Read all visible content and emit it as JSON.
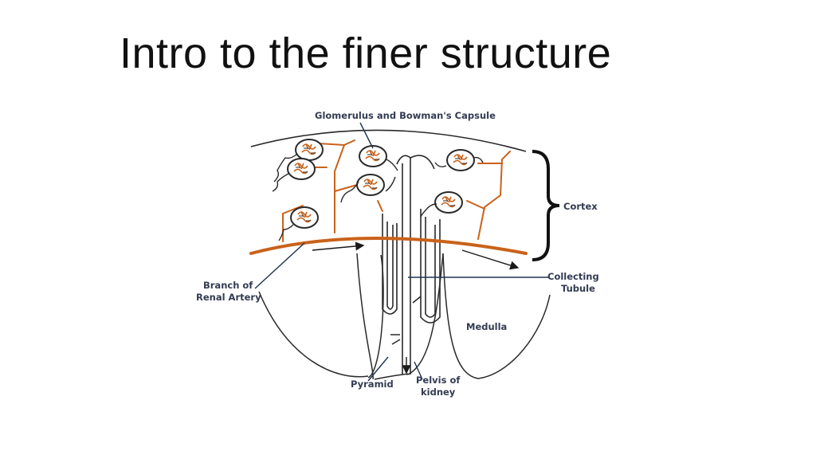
{
  "slide": {
    "title": "Intro to the finer structure"
  },
  "diagram": {
    "labels": {
      "glomerulus": "Glomerulus and Bowman's Capsule",
      "cortex": "Cortex",
      "collecting_line1": "Collecting",
      "collecting_line2": "Tubule",
      "branch_line1": "Branch of",
      "branch_line2": "Renal Artery",
      "medulla": "Medulla",
      "pyramid": "Pyramid",
      "pelvis_line1": "Pelvis of",
      "pelvis_line2": "kidney"
    },
    "colors": {
      "vessel": "#c9621a",
      "leader": "#1f3350",
      "outline": "#2a2a2a"
    }
  }
}
